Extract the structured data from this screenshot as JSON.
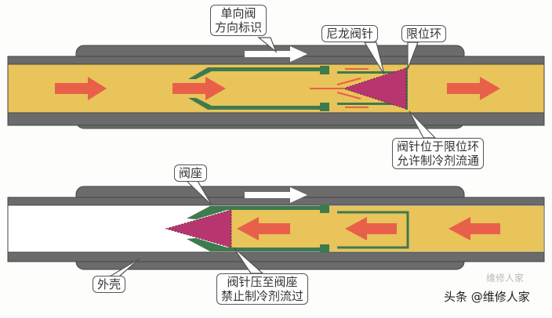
{
  "labels": {
    "direction_mark": "单向阀\n方向标识",
    "nylon_needle": "尼龙阀针",
    "limit_ring": "限位环",
    "open_state": "阀针位于限位环\n允许制冷剂流通",
    "valve_seat": "阀座",
    "shell": "外壳",
    "closed_state": "阀针压至阀座\n禁止制冷剂流过"
  },
  "watermark": {
    "main": "头条 @维修人家",
    "faint": "维修人家"
  },
  "colors": {
    "shell": "#6b6b6b",
    "refrigerant": "#e8c45a",
    "valve_body": "#3f7a4f",
    "needle": "#b8366f",
    "flow_arrow": "#e8604a",
    "direction_arrow": "#ffffff"
  }
}
